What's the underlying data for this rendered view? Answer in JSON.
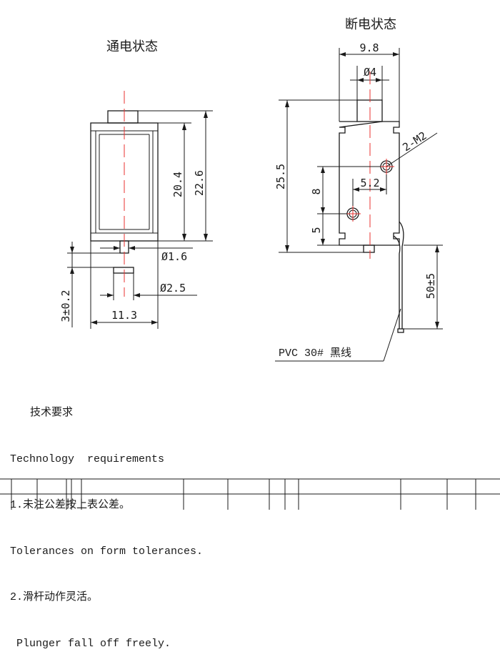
{
  "views": {
    "energized_title": "通电状态",
    "deenergized_title": "断电状态"
  },
  "dimensions": {
    "left": {
      "body_height": "20.4",
      "total_height": "22.6",
      "plunger_diameter": "Ø1.6",
      "stop_diameter": "Ø2.5",
      "plunger_length": "3±0.2",
      "width": "11.3"
    },
    "right": {
      "width": "9.8",
      "plunger_diameter": "Ø4",
      "height": "25.5",
      "hole_spacing_v": "8",
      "hole_offset_h": "5.2",
      "hole_bottom": "5",
      "thread": "2-M2",
      "lead_length": "50±5"
    }
  },
  "lead_wire": "PVC 30# 黑线",
  "notes": {
    "heading": "技术要求",
    "line1": "Technology  requirements",
    "line2": "1.未注公差按上表公差。",
    "line3": "Tolerances on form tolerances.",
    "line4": "2.滑杆动作灵活。",
    "line5": " Plunger fall off freely."
  }
}
